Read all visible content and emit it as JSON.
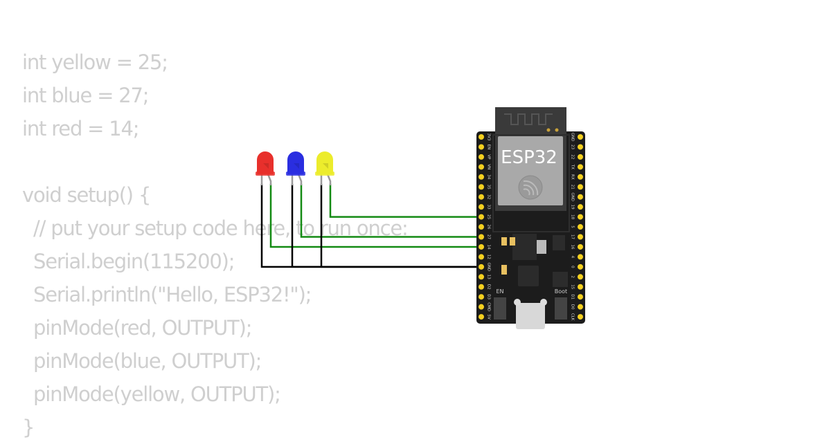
{
  "code_lines": [
    "int yellow = 25;",
    "int blue = 27;",
    "int red = 14;",
    "",
    "void setup() {",
    "  // put your setup code here, to run once:",
    "  Serial.begin(115200);",
    "  Serial.println(\"Hello, ESP32!\");",
    "  pinMode(red, OUTPUT);",
    "  pinMode(blue, OUTPUT);",
    "  pinMode(yellow, OUTPUT);",
    "}"
  ],
  "board": {
    "label": "ESP32",
    "left_pins": [
      "3V3",
      "EN",
      "VP",
      "VN",
      "34",
      "35",
      "32",
      "33",
      "25",
      "26",
      "27",
      "14",
      "12",
      "GND",
      "13",
      "D2",
      "D3",
      "CMD",
      "5V"
    ],
    "right_pins": [
      "GND",
      "23",
      "22",
      "TX",
      "RX",
      "21",
      "GND",
      "19",
      "18",
      "5",
      "17",
      "16",
      "4",
      "0",
      "2",
      "15",
      "D1",
      "D0",
      "CLK"
    ],
    "en_label": "EN",
    "boot_label": "Boot"
  },
  "leds": [
    {
      "color_name": "red",
      "color": "#e8302c",
      "pin": "14"
    },
    {
      "color_name": "blue",
      "color": "#2a2ee0",
      "pin": "27"
    },
    {
      "color_name": "yellow",
      "color": "#ecec2c",
      "pin": "25"
    }
  ],
  "colors": {
    "wire_signal": "#138a13",
    "wire_gnd": "#000000",
    "code_text": "#cfcfcf",
    "pin_gold": "#f5d020"
  }
}
